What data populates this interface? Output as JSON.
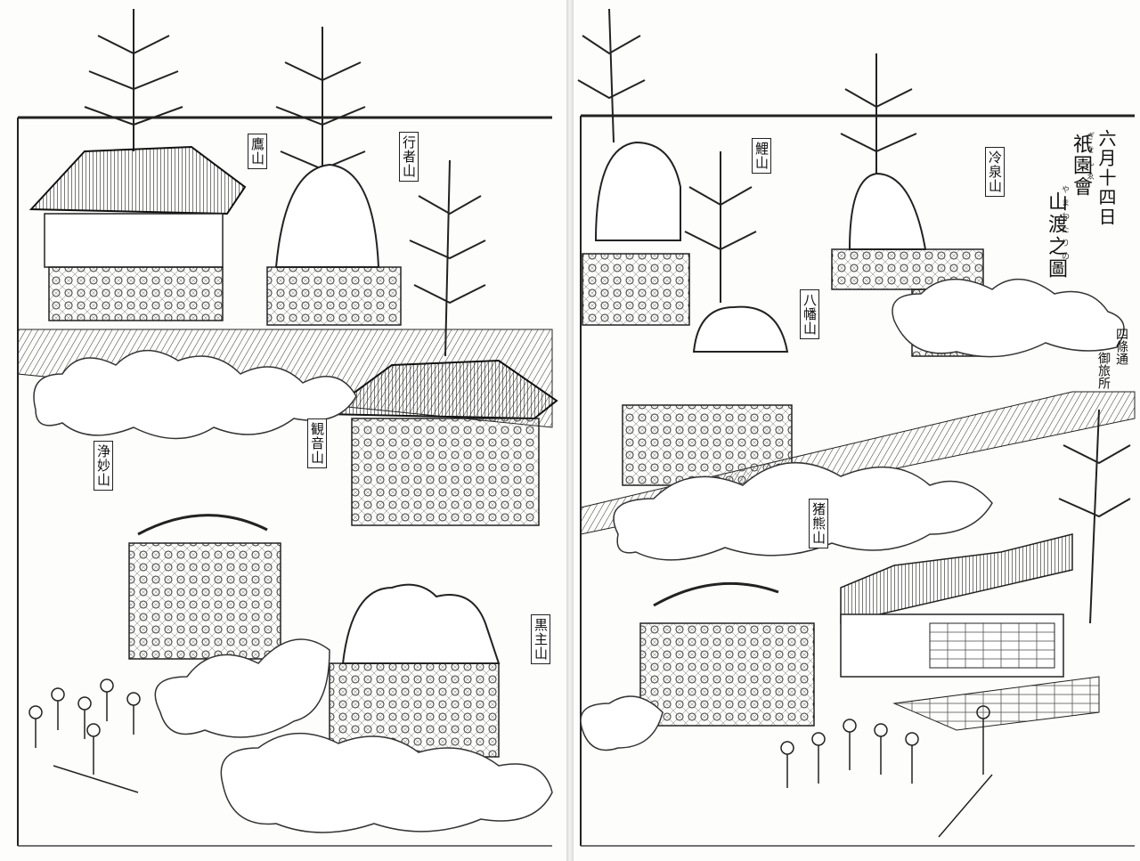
{
  "image": {
    "title": {
      "date": "六月十四日",
      "festival": "祇園會",
      "festival_ruby": "ぎをんゑ",
      "subtitle": "山渡之圖",
      "subtitle_ruby": "やまわたりの"
    },
    "location": {
      "line1": "四條通",
      "line2": "御旅所"
    },
    "float_labels_left": {
      "takayama": "鷹山",
      "gyojayama": "行者山",
      "kannonyama": "観音山",
      "jorinyama": "浄妙山",
      "kuronushiyama": "黒主山"
    },
    "float_labels_right": {
      "koiyama": "鯉山",
      "reizeiyama": "冷泉山",
      "hachimanyama": "八幡山",
      "hokayama": "猪熊山"
    }
  }
}
